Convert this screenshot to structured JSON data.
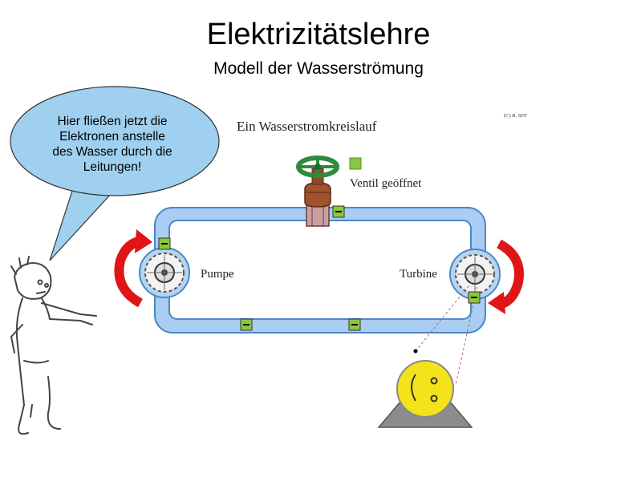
{
  "header": {
    "title": "Elektrizitätslehre",
    "subtitle": "Modell der Wasserströmung"
  },
  "speech_bubble": {
    "text_lines": [
      "Hier fließen jetzt die",
      "Elektronen anstelle",
      "des Wasser durch die",
      "Leitungen!"
    ]
  },
  "diagram": {
    "heading": "Ein Wasserstromkreislauf",
    "copyright": "(C) R. SFF",
    "valve_label": "Ventil geöffnet",
    "pump_label": "Pumpe",
    "turbine_label": "Turbine"
  },
  "colors": {
    "pipe_fill": "#a9cdf3",
    "pipe_border": "#4a88c9",
    "bubble_fill": "#9fd0f0",
    "arrow_red": "#e01515",
    "valve_green": "#2e8b3d",
    "status_square": "#8cc63f",
    "wheel_yellow": "#f4e21a"
  }
}
